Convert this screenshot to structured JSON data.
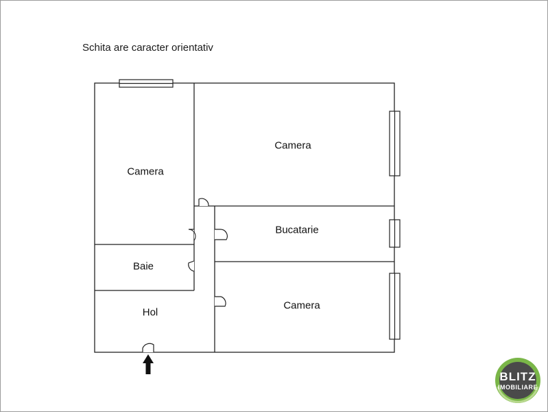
{
  "note": "Schita are caracter orientativ",
  "rooms": {
    "camera_left": "Camera",
    "camera_top_right": "Camera",
    "bucatarie": "Bucatarie",
    "baie": "Baie",
    "hol": "Hol",
    "camera_bottom_right": "Camera"
  },
  "logo": {
    "name": "BLITZ",
    "subtitle": "IMOBILIARE"
  }
}
